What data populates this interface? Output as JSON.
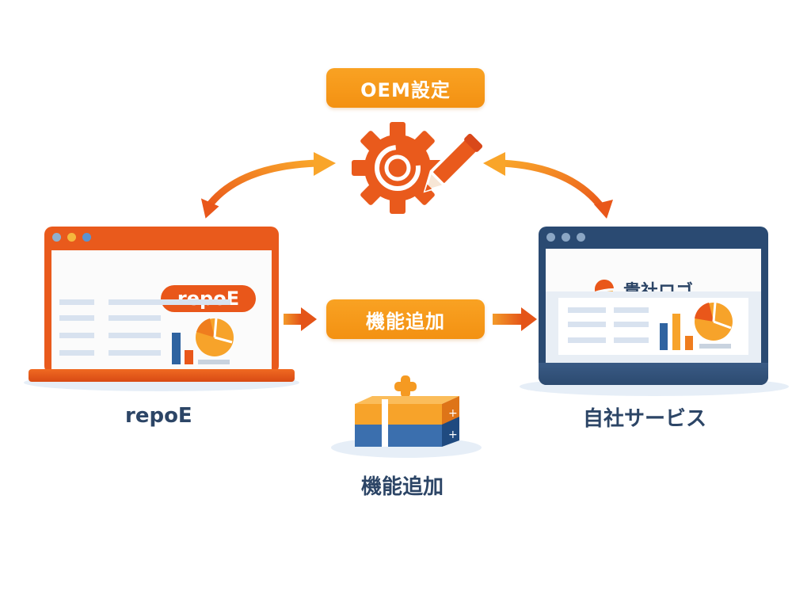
{
  "diagram": {
    "top_badge": {
      "label": "OEM設定",
      "icon": "gear-pencil-icon"
    },
    "center_badge": {
      "label": "機能追加"
    },
    "left_laptop": {
      "logo_text": "repoE",
      "caption": "repoE",
      "window_dots": [
        "#8fb0cf",
        "#f5b83d",
        "#5b93d1"
      ],
      "frame_color": "#e95a1c"
    },
    "right_laptop": {
      "logo_text": "貴社ロゴ",
      "caption": "自社サービス",
      "window_dots": [
        "#8ba6c4",
        "#8ba6c4",
        "#8ba6c4"
      ],
      "frame_color": "#2a4a72"
    },
    "feature_box": {
      "caption": "機能追加",
      "icon": "stacked-boxes-plus-icon"
    },
    "arrows": [
      {
        "from": "left_laptop",
        "to": "center_badge",
        "type": "straight"
      },
      {
        "from": "center_badge",
        "to": "right_laptop",
        "type": "straight"
      },
      {
        "from": "gear",
        "to": "left_laptop",
        "type": "curved-bidirectional"
      },
      {
        "from": "gear",
        "to": "right_laptop",
        "type": "curved-bidirectional"
      }
    ],
    "colors": {
      "orange_primary": "#e95a1c",
      "orange_light": "#f9a223",
      "navy": "#2a4a72",
      "text_navy": "#2c4566"
    }
  }
}
